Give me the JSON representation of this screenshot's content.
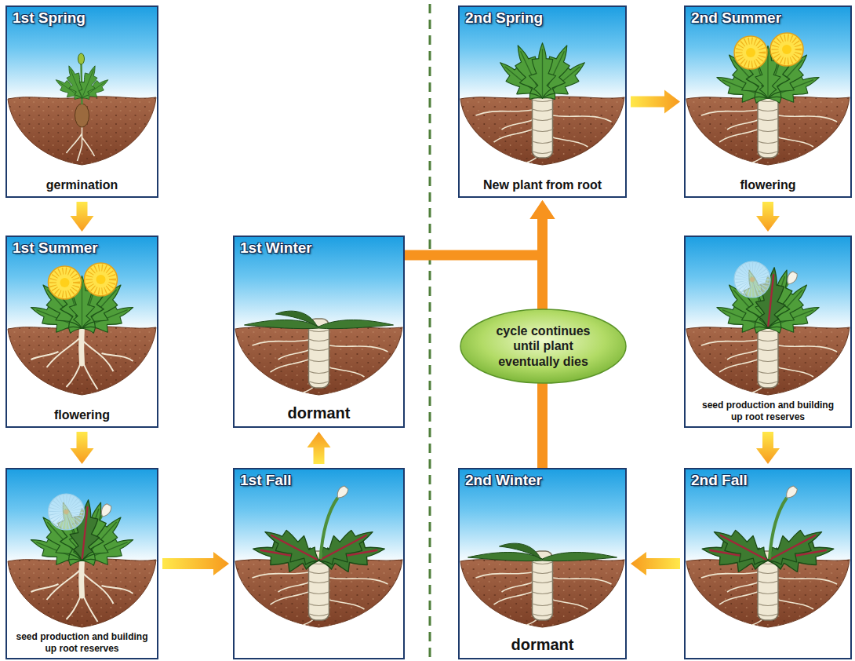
{
  "diagram": {
    "nodes": [
      {
        "text": [
          "1st Spring",
          "germination"
        ]
      },
      {
        "text": [
          "1st Summer",
          "flowering"
        ]
      },
      {
        "text": [
          "seed production and building up root reserves"
        ]
      },
      {
        "text": [
          "1st Fall"
        ]
      },
      {
        "text": [
          "1st Winter",
          "dormant"
        ]
      },
      {
        "text": [
          "2nd Spring",
          "New plant from root"
        ]
      },
      {
        "text": [
          "2nd Summer",
          "flowering"
        ]
      },
      {
        "text": [
          "seed production and building up root reserves"
        ]
      },
      {
        "text": [
          "2nd Fall"
        ]
      },
      {
        "text": [
          "2nd Winter",
          "dormant"
        ]
      },
      {
        "text": [
          "cycle continues until plant eventually dies"
        ]
      }
    ],
    "edges": [
      {
        "from": 0,
        "to": 1,
        "arrow": "to"
      },
      {
        "from": 1,
        "to": 2,
        "arrow": "to"
      },
      {
        "from": 2,
        "to": 3,
        "arrow": "to"
      },
      {
        "from": 3,
        "to": 4,
        "arrow": "to"
      },
      {
        "from": 4,
        "to": 5,
        "arrow": "to"
      },
      {
        "from": 5,
        "to": 6,
        "arrow": "to"
      },
      {
        "from": 6,
        "to": 7,
        "arrow": "to"
      },
      {
        "from": 7,
        "to": 8,
        "arrow": "to"
      },
      {
        "from": 8,
        "to": 9,
        "arrow": "to"
      },
      {
        "from": 9,
        "to": 5,
        "arrow": "to"
      }
    ]
  }
}
